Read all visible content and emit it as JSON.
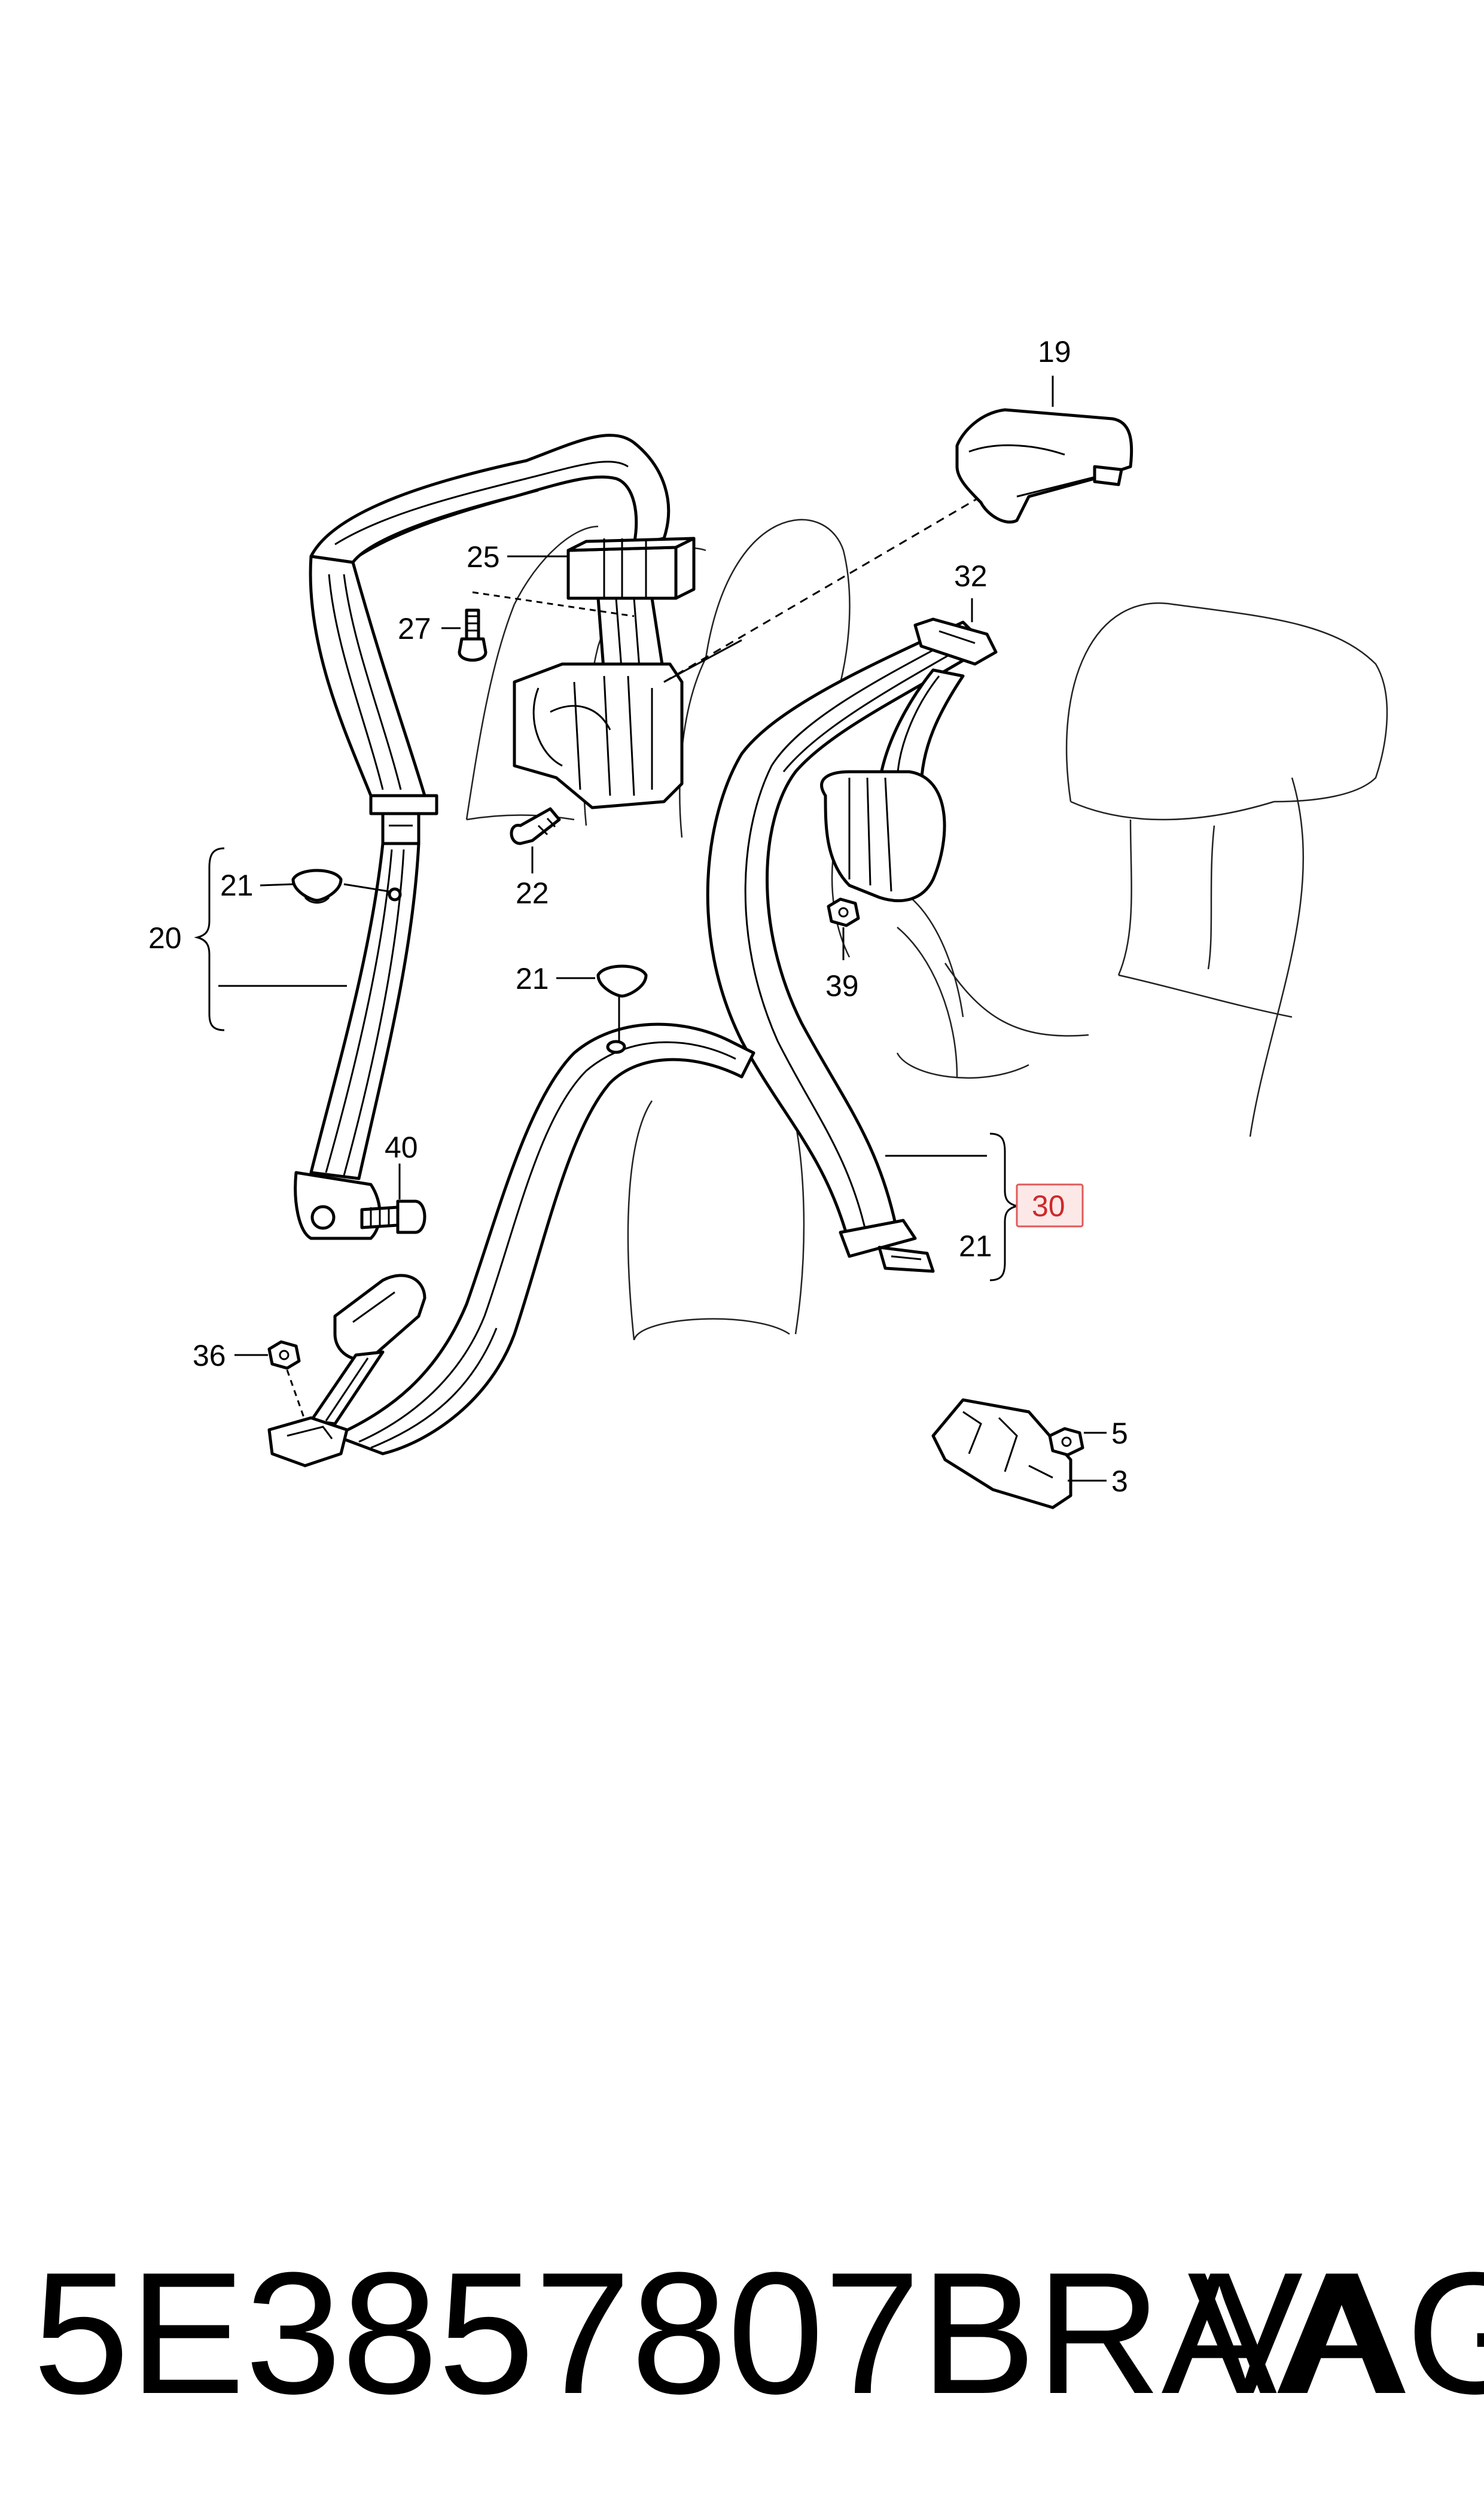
{
  "callouts": {
    "c19": "19",
    "c32": "32",
    "c25": "25",
    "c27": "27",
    "c22": "22",
    "c21a": "21",
    "c20": "20",
    "c21b": "21",
    "c39": "39",
    "c40": "40",
    "c30": "30",
    "c21c": "21",
    "c36": "36",
    "c5": "5",
    "c3": "3"
  },
  "highlight": {
    "label": "30",
    "stroke": "#e05a5a",
    "fill": "#fde8e8",
    "text_color": "#cc2a2a"
  },
  "footer": {
    "part_number": "5E3857807BRAA",
    "brand": "VAG"
  }
}
